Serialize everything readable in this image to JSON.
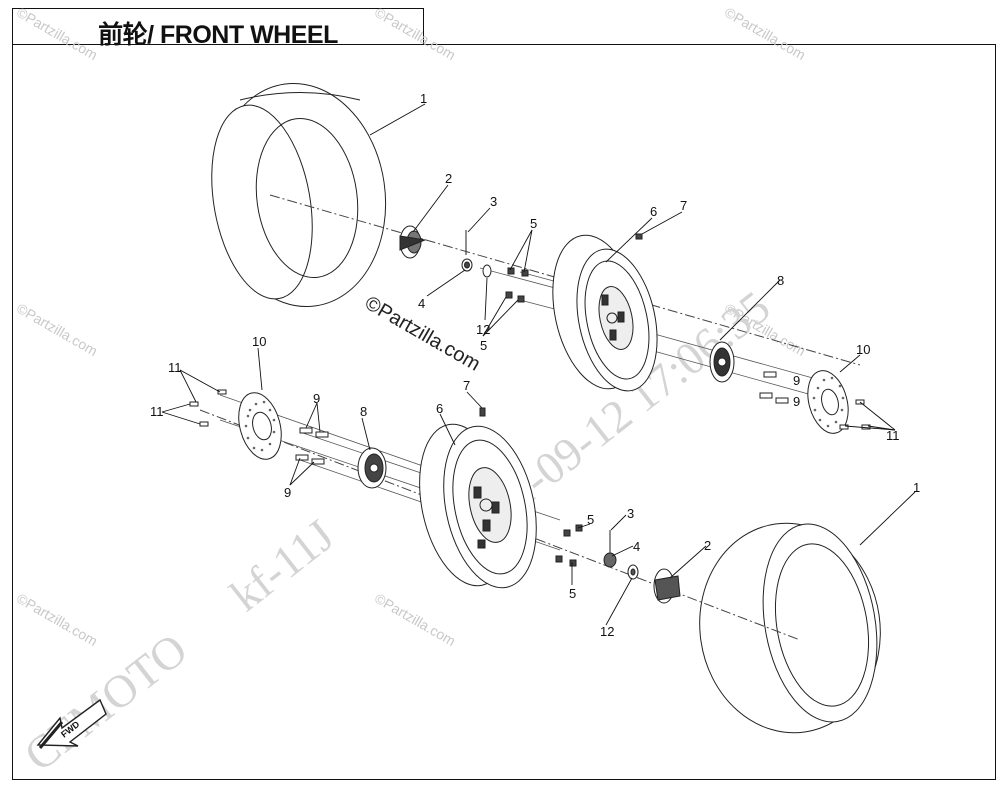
{
  "title": "前轮/ FRONT WHEEL",
  "watermarks": {
    "small": "©Partzilla.com",
    "center": "©Partzilla.com",
    "timestamp": "2021-09-12 17:06:35",
    "model": "kf-11J",
    "brand": "CFMOTO"
  },
  "fwd_label": "FWD",
  "callouts": {
    "c1a": "1",
    "c1b": "1",
    "c2a": "2",
    "c2b": "2",
    "c3a": "3",
    "c3b": "3",
    "c4a": "4",
    "c4b": "4",
    "c5a": "5",
    "c5b": "5",
    "c5c": "5",
    "c5d": "5",
    "c6a": "6",
    "c6b": "6",
    "c7a": "7",
    "c7b": "7",
    "c8a": "8",
    "c8b": "8",
    "c9a": "9",
    "c9b": "9",
    "c9c": "9",
    "c9d": "9",
    "c10a": "10",
    "c10b": "10",
    "c11a": "11",
    "c11b": "11",
    "c11c": "11",
    "c12a": "12",
    "c12b": "12"
  }
}
